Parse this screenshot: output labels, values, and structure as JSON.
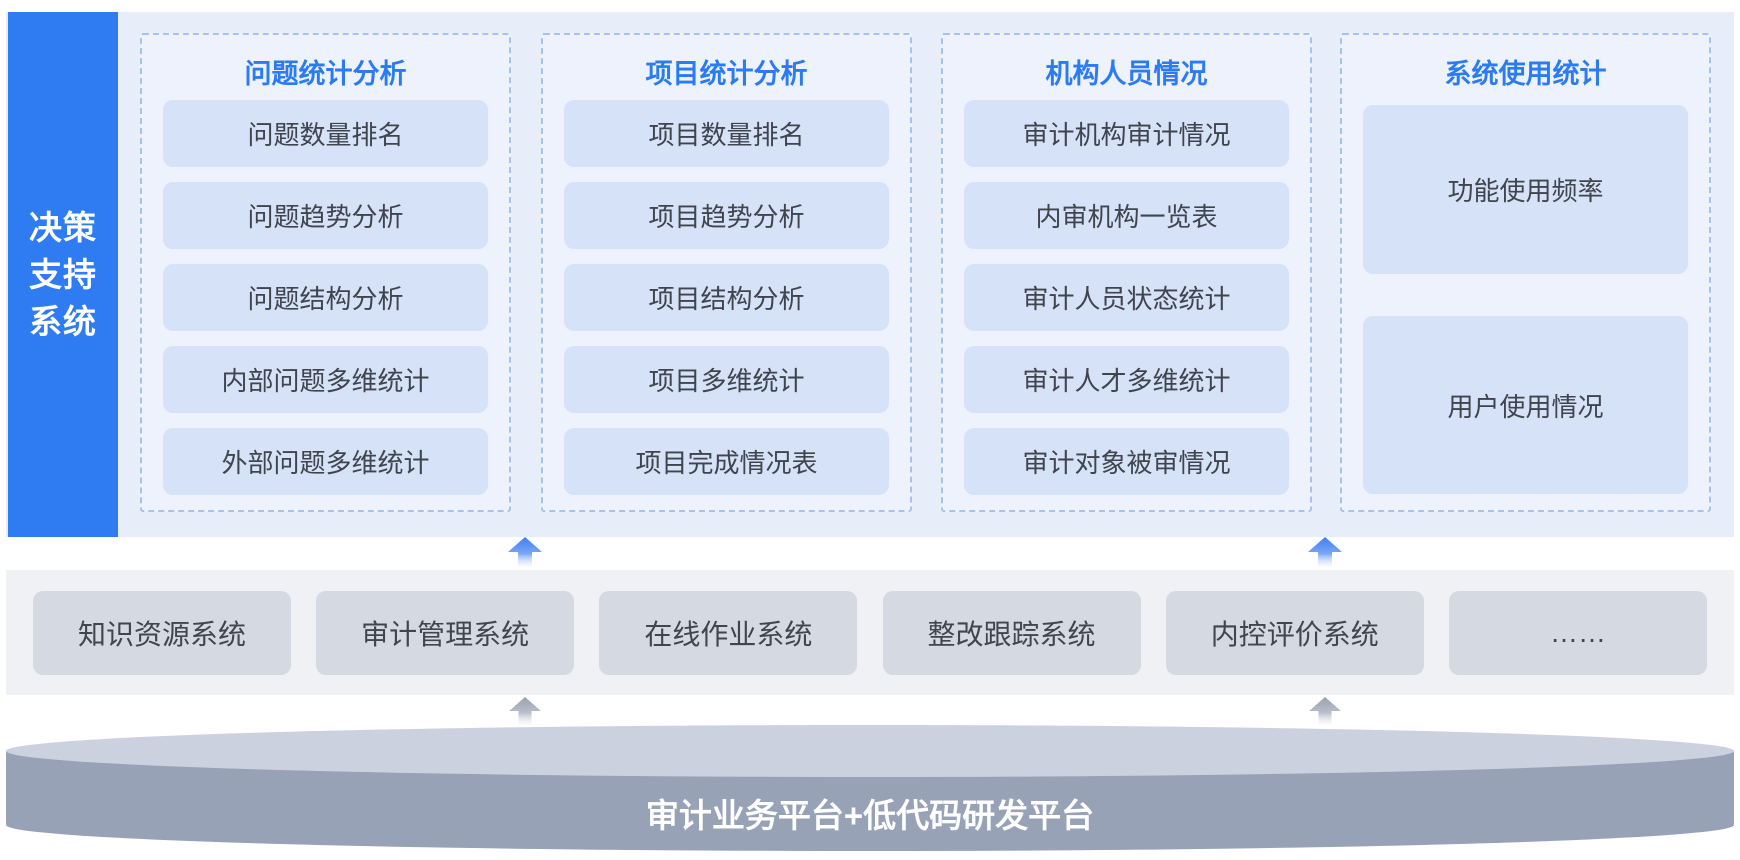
{
  "sidebar": {
    "lines": [
      "决策",
      "支持",
      "系统"
    ]
  },
  "columns": [
    {
      "title": "问题统计分析",
      "items": [
        "问题数量排名",
        "问题趋势分析",
        "问题结构分析",
        "内部问题多维统计",
        "外部问题多维统计"
      ]
    },
    {
      "title": "项目统计分析",
      "items": [
        "项目数量排名",
        "项目趋势分析",
        "项目结构分析",
        "项目多维统计",
        "项目完成情况表"
      ]
    },
    {
      "title": "机构人员情况",
      "items": [
        "审计机构审计情况",
        "内审机构一览表",
        "审计人员状态统计",
        "审计人才多维统计",
        "审计对象被审情况"
      ]
    },
    {
      "title": "系统使用统计",
      "items": [
        "功能使用频率",
        "用户使用情况"
      ]
    }
  ],
  "systems": [
    "知识资源系统",
    "审计管理系统",
    "在线作业系统",
    "整改跟踪系统",
    "内控评价系统",
    "……"
  ],
  "platform": {
    "label": "审计业务平台+低代码研发平台"
  },
  "icons": {
    "up_arrow_blue": "up-arrow",
    "up_arrow_gray": "up-arrow"
  },
  "colors": {
    "accent_blue": "#2b7bf2",
    "sidebar_bg": "#2e7bf2",
    "band_bg": "#e7edf9",
    "column_bg": "#edf2fd",
    "column_border": "#a6c3ee",
    "item_bg": "#d5e2f8",
    "item_text": "#3f444d",
    "systems_band_bg": "#f0f1f4",
    "system_box_bg": "#d4d9e2",
    "system_text": "#41454e",
    "cylinder_top": "#cbd1de",
    "cylinder_body": "#98a2b6",
    "arrow_blue": "#3f7ff2",
    "arrow_gray": "#99a1b0"
  }
}
